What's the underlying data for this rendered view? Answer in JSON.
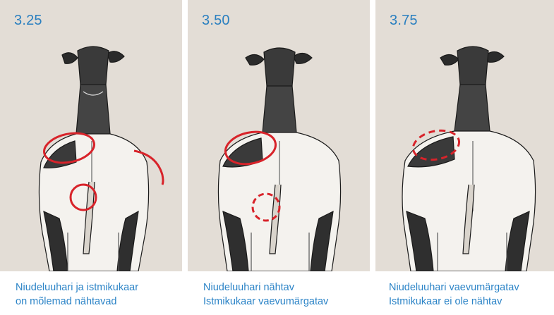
{
  "panels": [
    {
      "score": "3.25",
      "caption_line1": "Niudeluuhari ja istmikukaar",
      "caption_line2": "on mõlemad nähtavad",
      "markers": [
        "hip-bone-circle-solid",
        "hip-edge-arc-solid",
        "pin-bone-circle-solid"
      ]
    },
    {
      "score": "3.50",
      "caption_line1": "Niudeluuhari nähtav",
      "caption_line2": "Istmikukaar vaevumärgatav",
      "markers": [
        "hip-bone-circle-solid",
        "pin-bone-circle-dashed"
      ]
    },
    {
      "score": "3.75",
      "caption_line1": "Niudeluuhari vaevumärgatav",
      "caption_line2": "Istmikukaar ei ole nähtav",
      "markers": [
        "hip-bone-circle-dashed"
      ]
    }
  ],
  "colors": {
    "panel_background": "#e3ddd6",
    "score_text": "#2a7fc0",
    "caption_text": "#2c84c7",
    "marker": "#d8232a"
  }
}
